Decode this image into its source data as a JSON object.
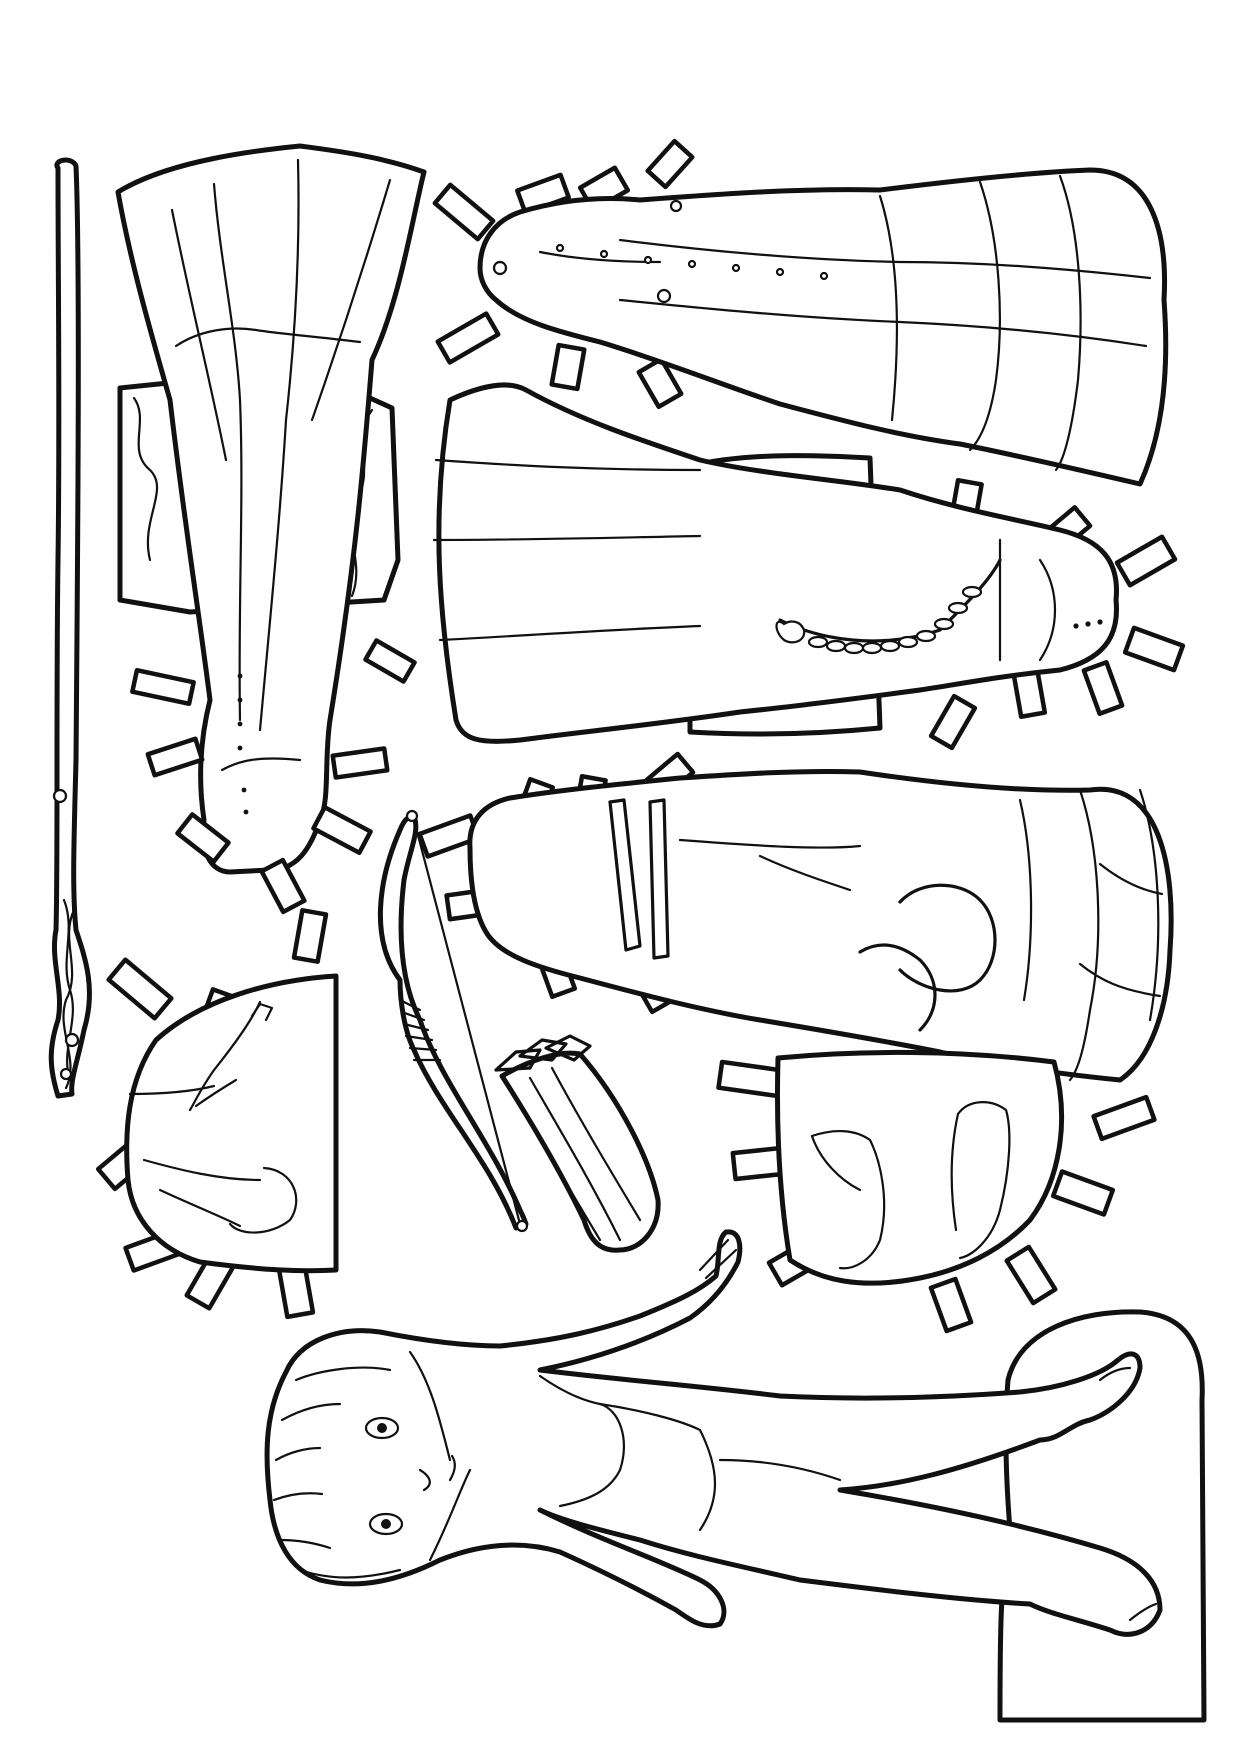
{
  "sheet": {
    "watermark_text": "",
    "ink_color": "#111111",
    "paper_color": "#ffffff"
  },
  "pieces": [
    {
      "id": "staff",
      "icon": "twisted-staff-icon"
    },
    {
      "id": "gown-vertical",
      "icon": "long-gown-icon"
    },
    {
      "id": "gown-top-right",
      "icon": "long-gown-icon"
    },
    {
      "id": "gown-chain",
      "icon": "long-gown-with-chain-icon"
    },
    {
      "id": "gown-sash",
      "icon": "long-gown-with-sash-icon"
    },
    {
      "id": "sandals",
      "icon": "sandals-icon"
    },
    {
      "id": "bow",
      "icon": "bow-icon"
    },
    {
      "id": "quiver",
      "icon": "quiver-icon"
    },
    {
      "id": "boots",
      "icon": "boots-icon"
    },
    {
      "id": "doll",
      "icon": "paper-doll-figure-icon"
    }
  ]
}
